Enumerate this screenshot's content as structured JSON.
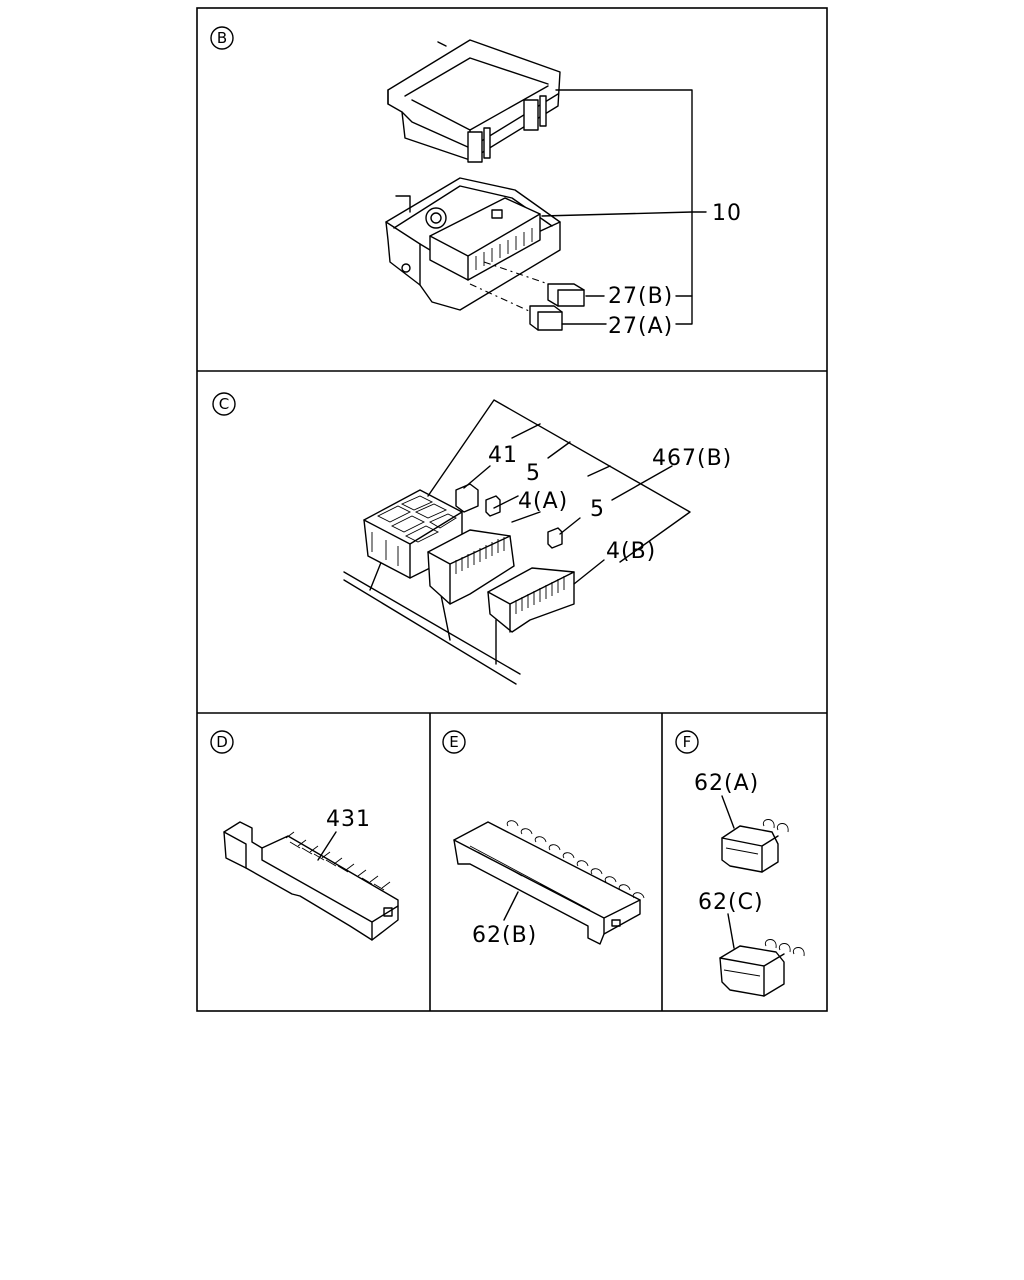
{
  "panels": {
    "B": {
      "marker": "B",
      "labels": {
        "cover_set": "10",
        "fuse_b": "27(B)",
        "fuse_a": "27(A)"
      }
    },
    "C": {
      "marker": "C",
      "labels": {
        "relay": "41",
        "fuse_upper": "5",
        "fuse_lower": "5",
        "block_a": "4(A)",
        "block_b": "4(B)",
        "assembly": "467(B)"
      }
    },
    "D": {
      "marker": "D",
      "labels": {
        "part": "431"
      }
    },
    "E": {
      "marker": "E",
      "labels": {
        "part": "62(B)"
      }
    },
    "F": {
      "marker": "F",
      "labels": {
        "part_a": "62(A)",
        "part_c": "62(C)"
      }
    }
  }
}
